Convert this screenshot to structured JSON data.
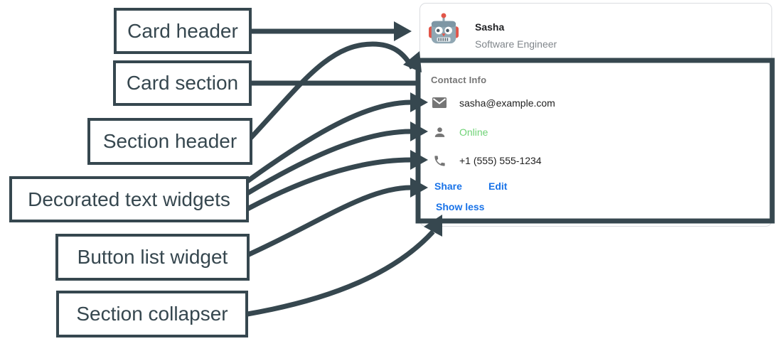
{
  "diagram": {
    "labels": [
      {
        "id": "card-header",
        "text": "Card header"
      },
      {
        "id": "card-section",
        "text": "Card section"
      },
      {
        "id": "section-header",
        "text": "Section header"
      },
      {
        "id": "decorated-text-widgets",
        "text": "Decorated text widgets"
      },
      {
        "id": "button-list-widget",
        "text": "Button list widget"
      },
      {
        "id": "section-collapser",
        "text": "Section collapser"
      }
    ]
  },
  "card": {
    "header": {
      "avatar_icon": "robot-avatar-icon",
      "name": "Sasha",
      "subtitle": "Software Engineer"
    },
    "section": {
      "header": "Contact Info",
      "rows": [
        {
          "icon": "email-icon",
          "text": "sasha@example.com"
        },
        {
          "icon": "person-icon",
          "text": "Online"
        },
        {
          "icon": "phone-icon",
          "text": "+1 (555) 555-1234"
        }
      ],
      "buttons": [
        {
          "label": "Share"
        },
        {
          "label": "Edit"
        }
      ],
      "collapser": "Show less"
    }
  },
  "colors": {
    "annotation_slate": "#36474f",
    "card_border": "#dadce0",
    "text_primary": "#212121",
    "text_secondary": "#80868b",
    "section_header_gray": "#757575",
    "icon_gray": "#757575",
    "online_green": "#6fd276",
    "button_blue": "#1a73e8",
    "avatar_red": "#e25549",
    "avatar_gray": "#90a7b3"
  }
}
